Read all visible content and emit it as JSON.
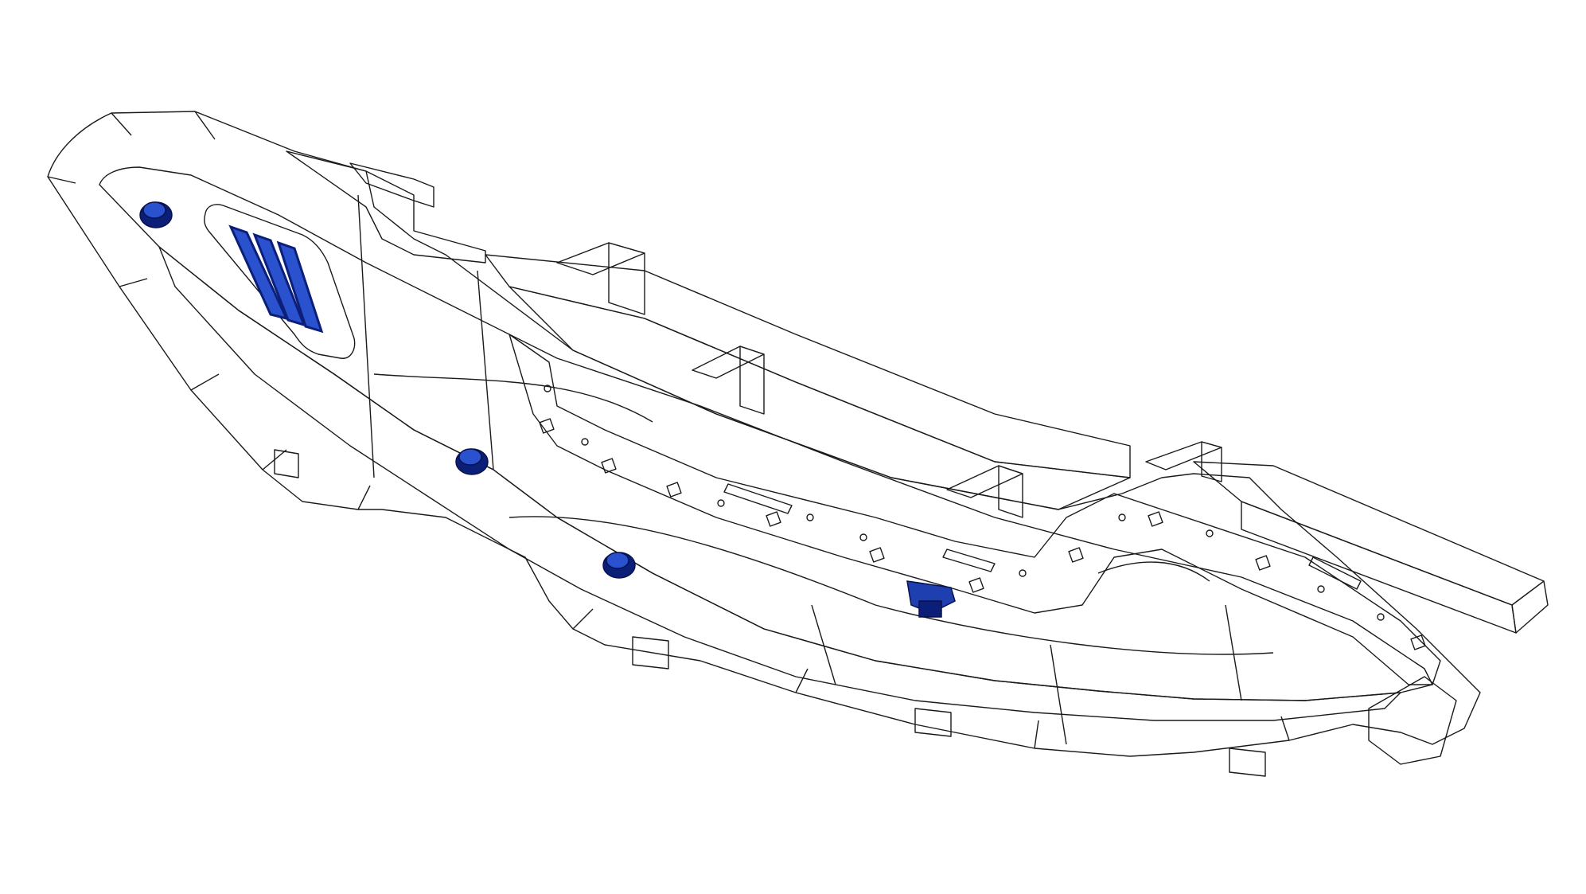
{
  "view": {
    "background": "#ffffff",
    "model_color": "#e6e6e6",
    "model_shade": "#bdbdbd",
    "model_dark": "#9a9a9a",
    "edge_color": "#1a1a1a",
    "highlight_color": "#1d3fb0",
    "highlight_dark": "#0c1f78"
  },
  "model": {
    "highlighted_parts": [
      "fastener-1",
      "fastener-2",
      "fastener-3",
      "fastener-4",
      "vent-grille"
    ]
  }
}
